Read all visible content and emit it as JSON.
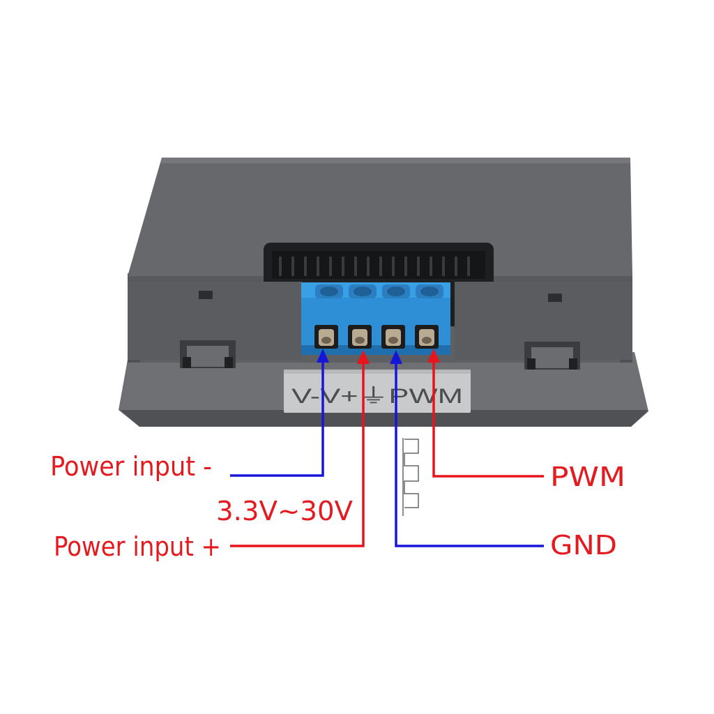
{
  "plate_label": "V-V+⏚PWM",
  "callouts": {
    "power_input_minus": "Power input -",
    "voltage_range": "3.3V~30V",
    "power_input_plus": "Power input +",
    "pwm": "PWM",
    "gnd": "GND"
  },
  "colors": {
    "positive_wire": "#e8141c",
    "negative_wire": "#1616d8",
    "label_text": "#e51a1f",
    "housing": "#5d5f62",
    "terminal_block": "#2e8fd6"
  }
}
